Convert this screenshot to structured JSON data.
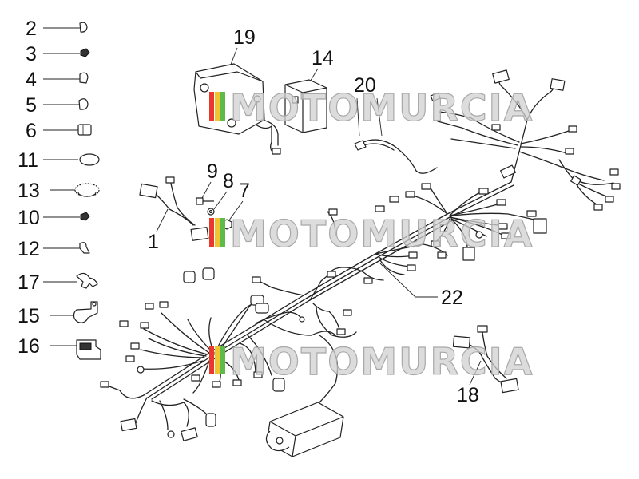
{
  "diagram": {
    "callouts": [
      {
        "id": "2",
        "label": "2"
      },
      {
        "id": "3",
        "label": "3"
      },
      {
        "id": "4",
        "label": "4"
      },
      {
        "id": "5",
        "label": "5"
      },
      {
        "id": "6",
        "label": "6"
      },
      {
        "id": "11",
        "label": "11"
      },
      {
        "id": "13",
        "label": "13"
      },
      {
        "id": "10",
        "label": "10"
      },
      {
        "id": "12",
        "label": "12"
      },
      {
        "id": "17",
        "label": "17"
      },
      {
        "id": "15",
        "label": "15"
      },
      {
        "id": "16",
        "label": "16"
      },
      {
        "id": "19",
        "label": "19"
      },
      {
        "id": "14",
        "label": "14"
      },
      {
        "id": "20",
        "label": "20"
      },
      {
        "id": "9",
        "label": "9"
      },
      {
        "id": "8",
        "label": "8"
      },
      {
        "id": "7",
        "label": "7"
      },
      {
        "id": "1",
        "label": "1"
      },
      {
        "id": "22",
        "label": "22"
      },
      {
        "id": "18",
        "label": "18"
      }
    ],
    "watermark": {
      "text": "MOTOMURCIA",
      "colors": [
        "#e8382f",
        "#f2c230",
        "#5dbb4a"
      ]
    }
  }
}
